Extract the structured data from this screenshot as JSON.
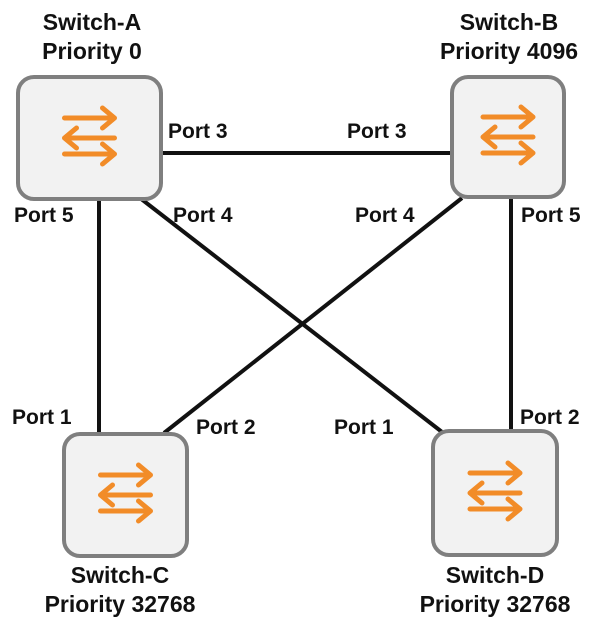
{
  "switches": {
    "a": {
      "name": "Switch-A",
      "priority": "Priority 0"
    },
    "b": {
      "name": "Switch-B",
      "priority": "Priority 4096"
    },
    "c": {
      "name": "Switch-C",
      "priority": "Priority 32768"
    },
    "d": {
      "name": "Switch-D",
      "priority": "Priority 32768"
    }
  },
  "links": {
    "a_b": {
      "port_a": "Port 3",
      "port_b": "Port 3"
    },
    "a_c": {
      "port_a": "Port 5",
      "port_c": "Port 1"
    },
    "a_d": {
      "port_a": "Port 4",
      "port_d": "Port 1"
    },
    "b_c": {
      "port_b": "Port 4",
      "port_c": "Port 2"
    },
    "b_d": {
      "port_b": "Port 5",
      "port_d": "Port 2"
    }
  },
  "colors": {
    "arrow": "#f28c28",
    "box_fill": "#f2f2f2",
    "box_border": "#7f7f7f",
    "line": "#111111"
  },
  "icons": {
    "switch": "switch-arrows-icon"
  }
}
